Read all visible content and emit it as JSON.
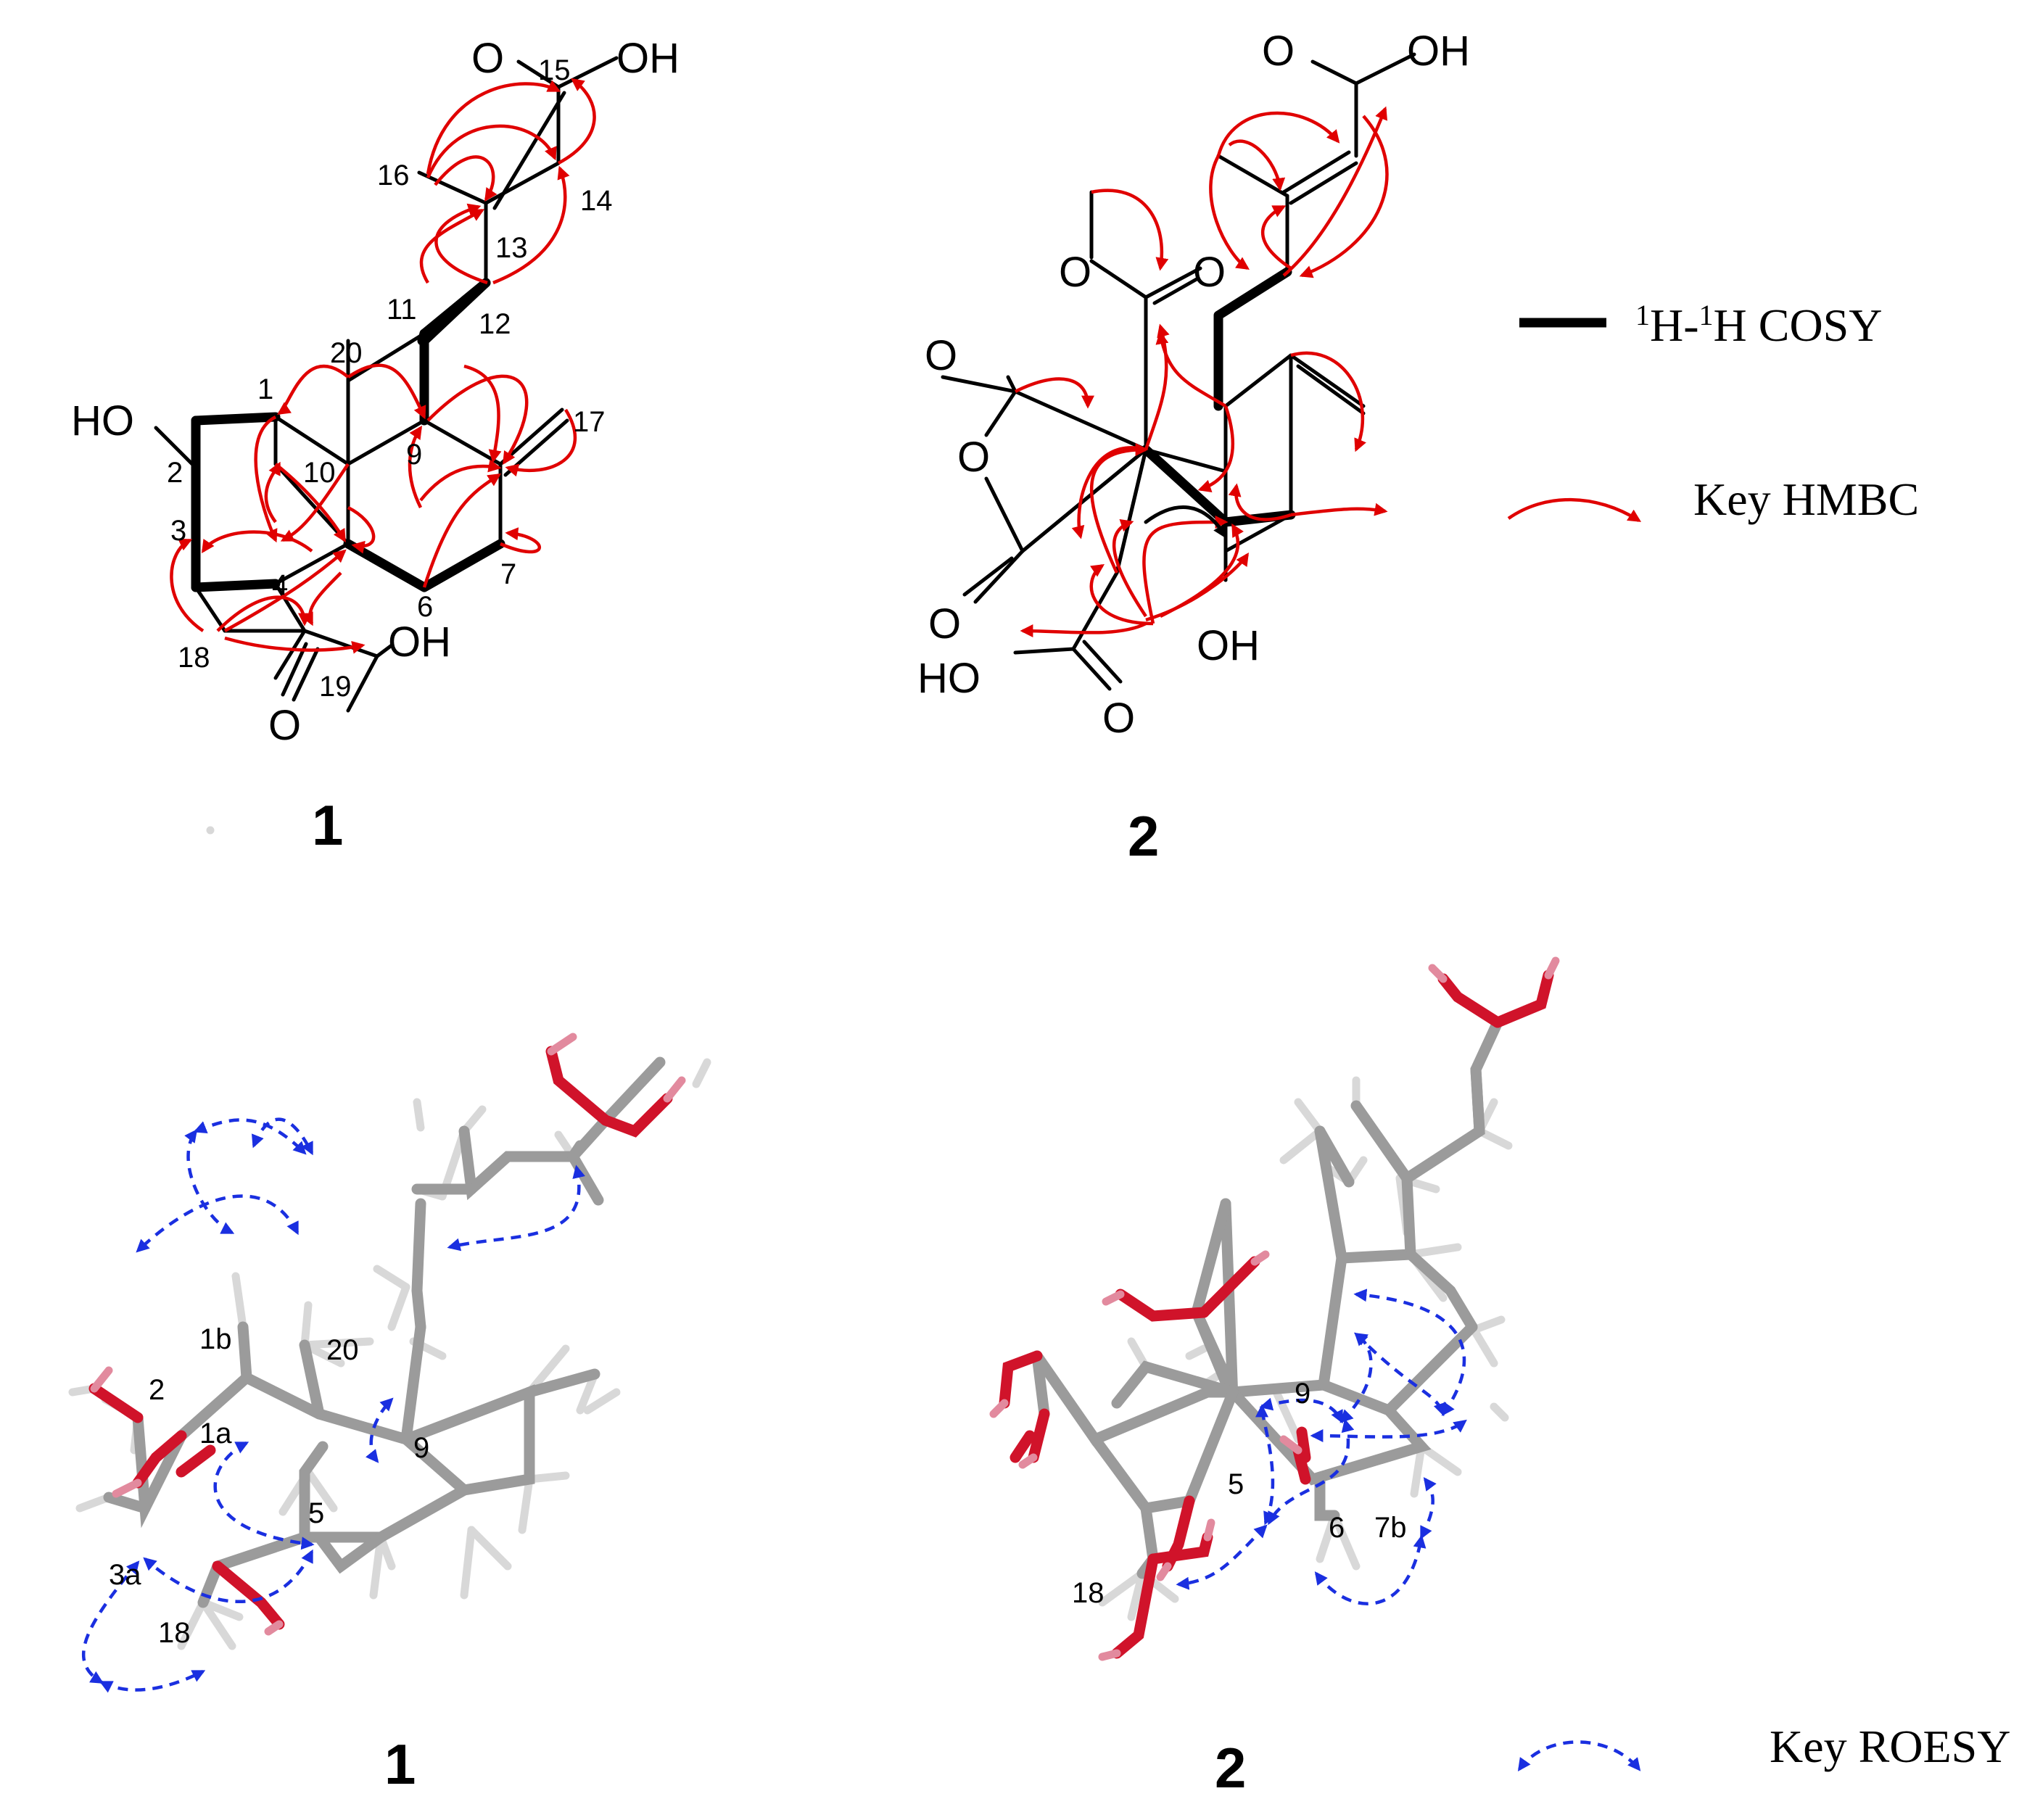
{
  "compounds": {
    "c1_label": "1",
    "c2_label": "2",
    "c1_3d_label": "1",
    "c2_3d_label": "2"
  },
  "atoms1": {
    "oh_top": "OH",
    "o_top": "O",
    "ho_left": "HO",
    "oh_bottom": "OH",
    "o_bottom": "O"
  },
  "numbers1": {
    "n15": "15",
    "n16": "16",
    "n14": "14",
    "n13": "13",
    "n11": "11",
    "n12": "12",
    "n20": "20",
    "n1": "1",
    "n17": "17",
    "n2": "2",
    "n10": "10",
    "n9": "9",
    "n3": "3",
    "n4": "4",
    "n6": "6",
    "n7": "7",
    "n18": "18",
    "n19": "19"
  },
  "atoms2": {
    "o_top": "O",
    "oh_top": "OH",
    "o_ester": "O",
    "o_ester_dbl": "O",
    "o_anh_top": "O",
    "o_anh_ring": "O",
    "o_anh_bottom": "O",
    "ho_acid": "HO",
    "o_acid": "O",
    "oh_ring": "OH"
  },
  "labels3d_1": {
    "l1b": "1b",
    "l20": "20",
    "l2": "2",
    "l1a": "1a",
    "l9": "9",
    "l5": "5",
    "l3a": "3a",
    "l18": "18"
  },
  "labels3d_2": {
    "l9": "9",
    "l5": "5",
    "l6": "6",
    "l7b": "7b",
    "l18": "18"
  },
  "legend": {
    "cosy_sup": "1",
    "cosy_text": "H-",
    "cosy_sup2": "1",
    "cosy_text2": "H COSY",
    "hmbc_text": "Key HMBC",
    "roesy_text": "Key ROESY"
  },
  "colors": {
    "hmbc": "#e00000",
    "roesy": "#1a2fe0",
    "carbon": "#9b9b9b",
    "oxygen": "#d0132a"
  }
}
